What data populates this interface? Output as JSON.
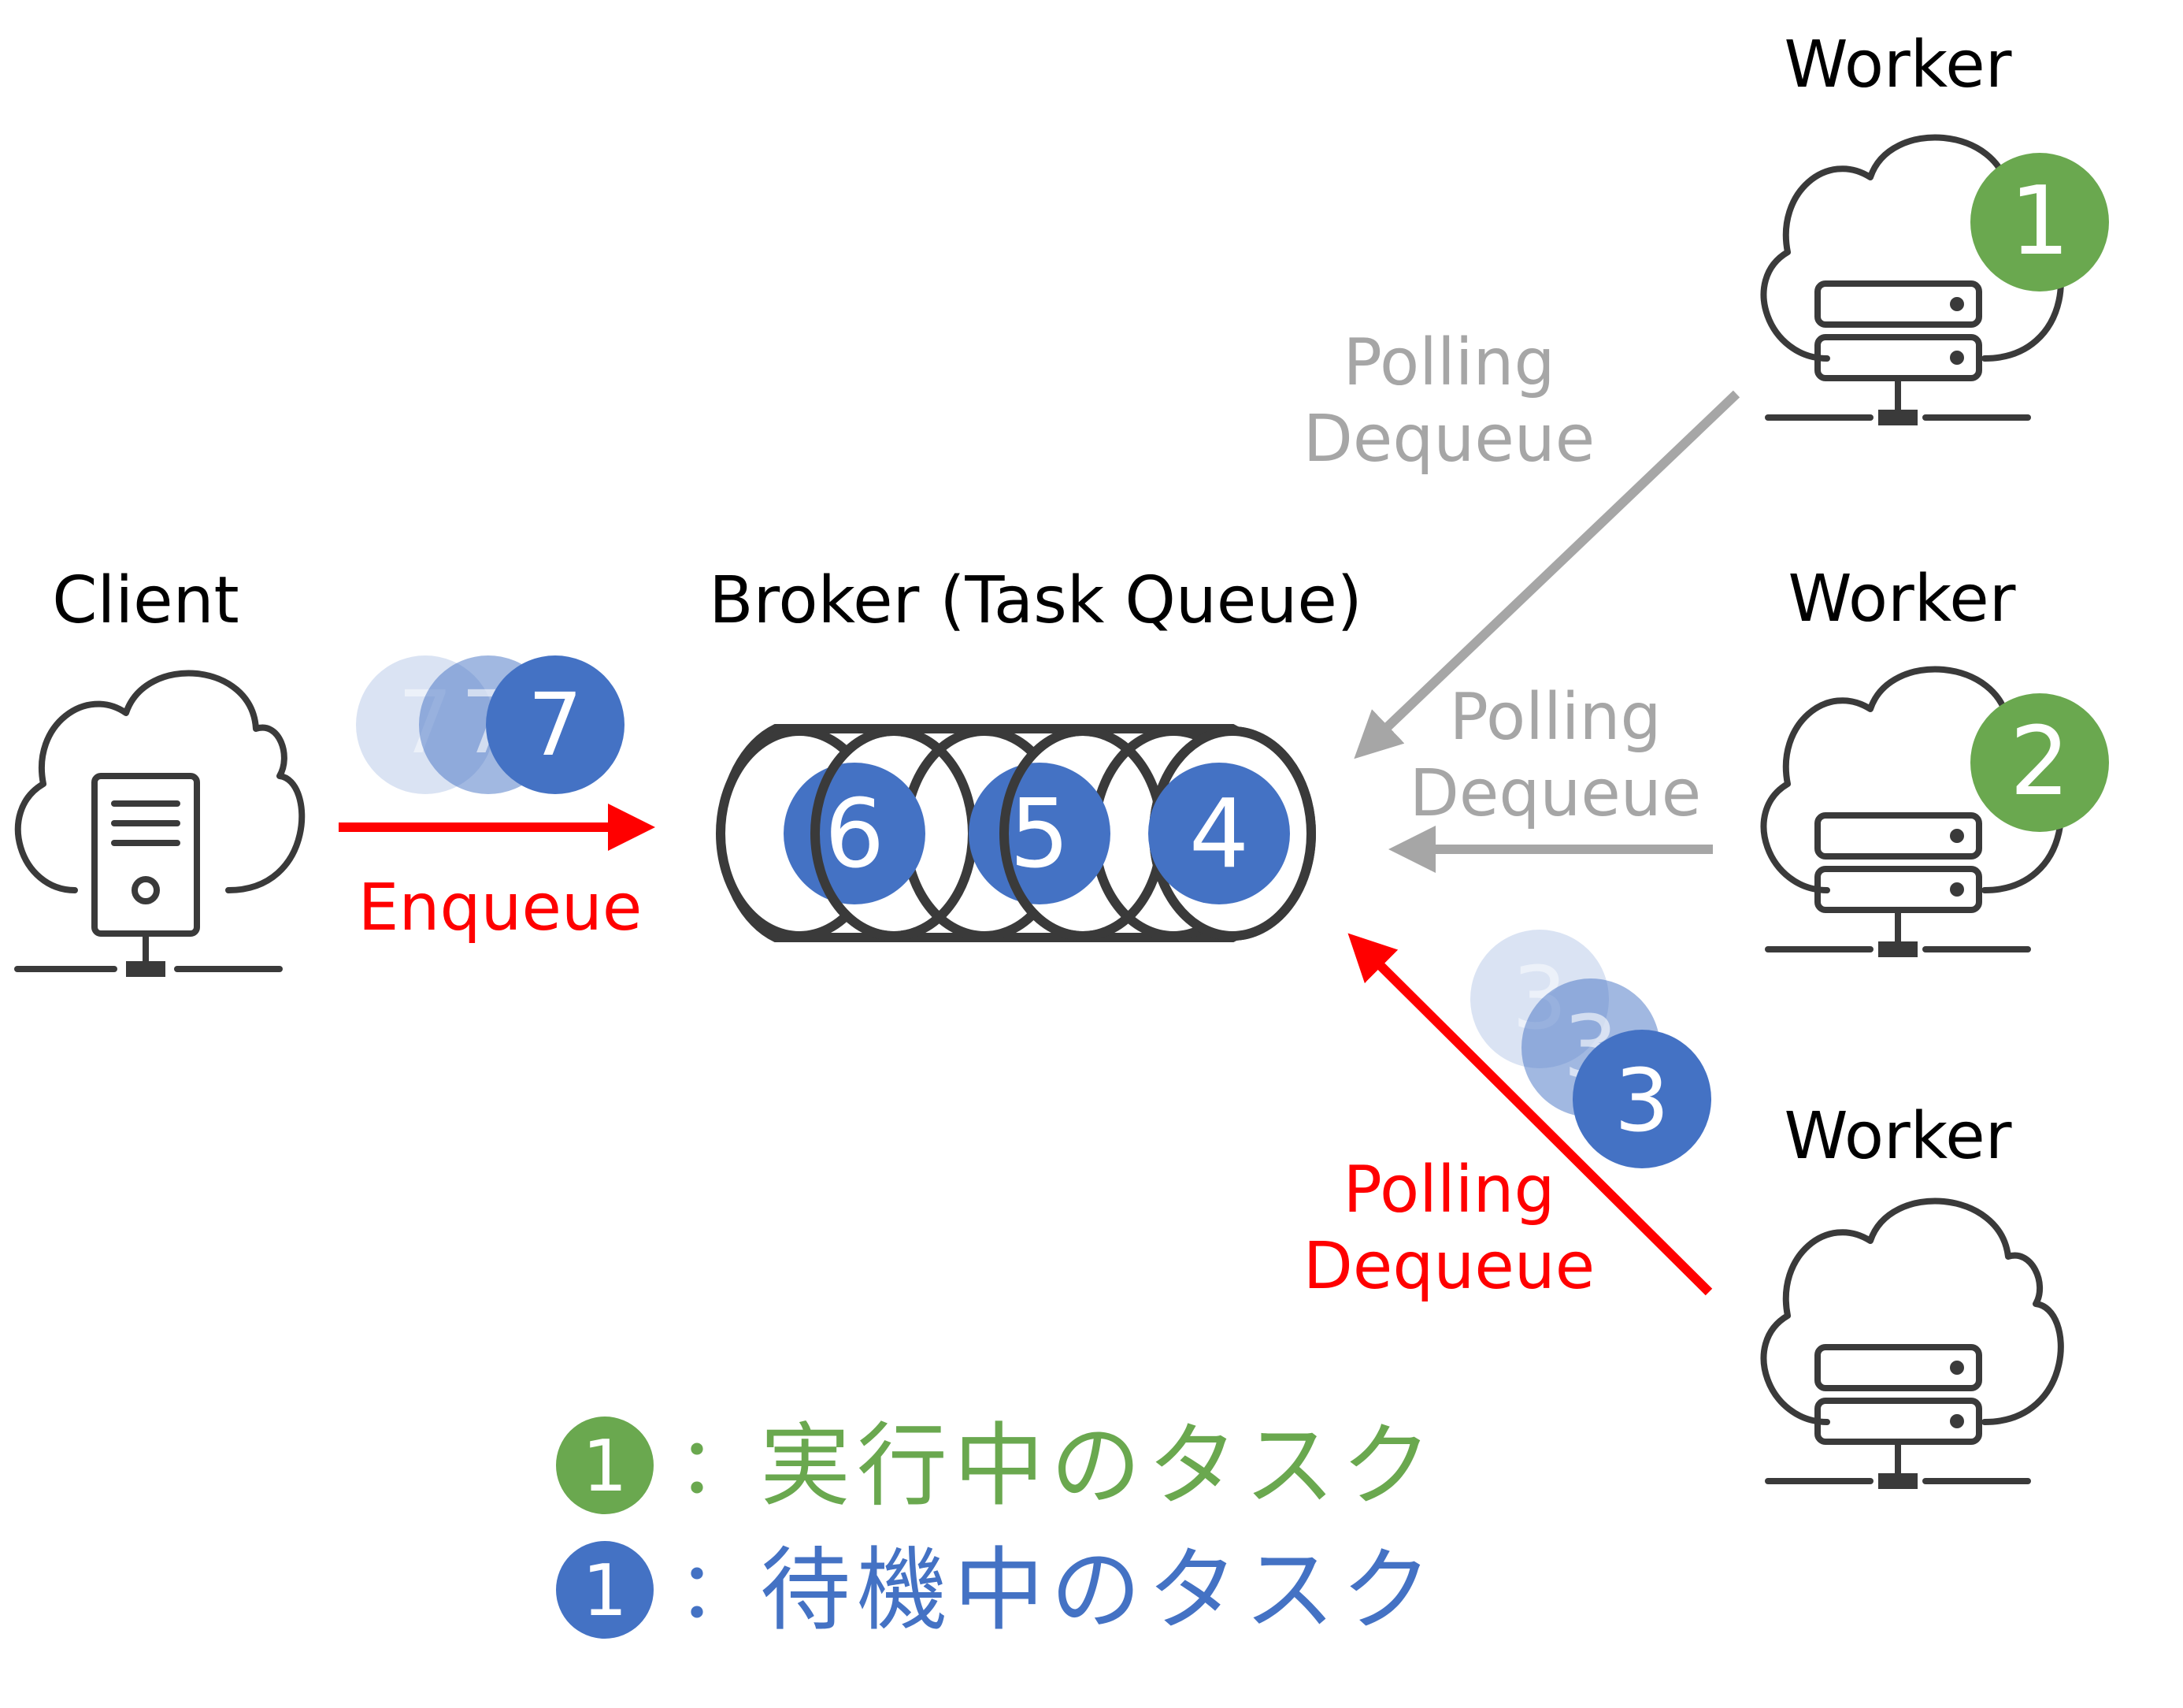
{
  "labels": {
    "client": "Client",
    "broker": "Broker (Task Queue)",
    "worker_top": "Worker",
    "worker_mid": "Worker",
    "worker_bottom": "Worker",
    "enqueue": "Enqueue",
    "polling_top": "Polling",
    "dequeue_top": "Dequeue",
    "polling_mid": "Polling",
    "dequeue_mid": "Dequeue",
    "polling_bottom": "Polling",
    "dequeue_bottom": "Dequeue"
  },
  "badges": {
    "enqueue_task": "7",
    "queue_tasks": [
      "6",
      "5",
      "4"
    ],
    "worker1_running": "1",
    "worker2_running": "2",
    "worker3_dequeued": "3"
  },
  "legend": {
    "running": {
      "number": "1",
      "separator": "：",
      "label": "実行中のタスク"
    },
    "waiting": {
      "number": "1",
      "separator": "：",
      "label": "待機中のタスク"
    }
  },
  "colors": {
    "running": "#6aa84f",
    "waiting": "#4472c4",
    "active_arrow": "#ff0000",
    "inactive_arrow": "#a6a6a6",
    "icon_stroke": "#3a3a3a"
  }
}
